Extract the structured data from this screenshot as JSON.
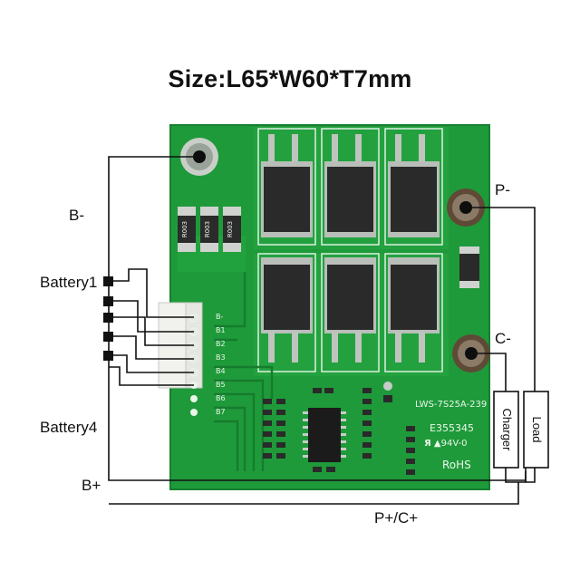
{
  "title": "Size:L65*W60*T7mm",
  "labels": {
    "b_minus": "B-",
    "battery1": "Battery1",
    "battery4": "Battery4",
    "b_plus": "B+",
    "p_minus": "P-",
    "c_minus": "C-",
    "p_c_plus": "P+/C+",
    "charger": "Charger",
    "load": "Load"
  },
  "board": {
    "model": "LWS-7S25A-239",
    "cert_number": "E355345",
    "flame_rating": "94V-0",
    "rohs": "RoHS",
    "resistor_code": "R003",
    "connector_pins": [
      "B-",
      "B1",
      "B2",
      "B3",
      "B4",
      "B5",
      "B6",
      "B7"
    ]
  },
  "colors": {
    "pcb": "#1f9a3a",
    "pcb_dark": "#137a2b",
    "silkscreen": "#e9f6ea",
    "mosfet": "#2a2a2a",
    "wire": "#111111"
  }
}
